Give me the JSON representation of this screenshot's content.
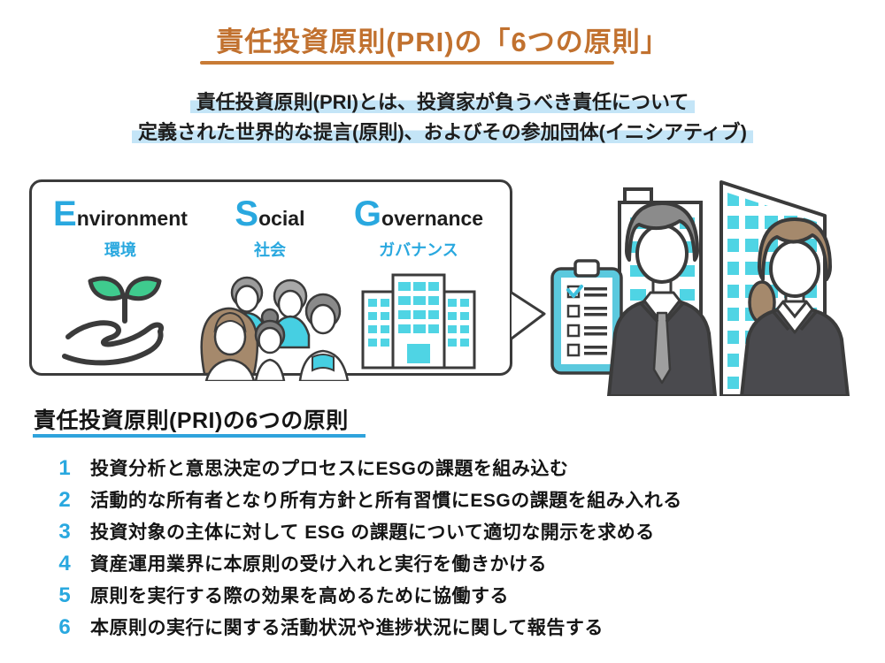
{
  "page": {
    "title": "責任投資原則(PRI)の「6つの原則」"
  },
  "subtitle": {
    "line1": "責任投資原則(PRI)とは、投資家が負うべき責任について",
    "line2": "定義された世界的な提言(原則)、およびその参加団体(イニシアティブ)"
  },
  "esg_bubble": {
    "items": [
      {
        "initial": "E",
        "rest": "nvironment",
        "label_jp": "環境",
        "icon": "sprout-hand-icon"
      },
      {
        "initial": "S",
        "rest": "ocial",
        "label_jp": "社会",
        "icon": "people-group-icon"
      },
      {
        "initial": "G",
        "rest": "overnance",
        "label_jp": "ガバナンス",
        "icon": "building-icon"
      }
    ]
  },
  "principles": {
    "heading": "責任投資原則(PRI)の6つの原則",
    "items": [
      {
        "number": "1",
        "text": "投資分析と意思決定のプロセスにESGの課題を組み込む"
      },
      {
        "number": "2",
        "text": "活動的な所有者となり所有方針と所有習慣にESGの課題を組み入れる"
      },
      {
        "number": "3",
        "text": "投資対象の主体に対して ESG の課題について適切な開示を求める"
      },
      {
        "number": "4",
        "text": "資産運用業界に本原則の受け入れと実行を働きかける"
      },
      {
        "number": "5",
        "text": "原則を実行する際の効果を高めるために協働する"
      },
      {
        "number": "6",
        "text": "本原則の実行に関する活動状況や進捗状況に関して報告する"
      }
    ]
  },
  "colors": {
    "title_orange": "#C1712F",
    "accent_blue": "#29A8DF",
    "underline_blue": "#2FA3DC",
    "highlight_light_blue": "#C4E5F7",
    "window_cyan": "#4FD4E4",
    "clipboard_cyan": "#5BC9DE",
    "leaf_green": "#3FCB8E",
    "outline_dark": "#3B3B3B",
    "suit_gray": "#4A4A4E"
  }
}
